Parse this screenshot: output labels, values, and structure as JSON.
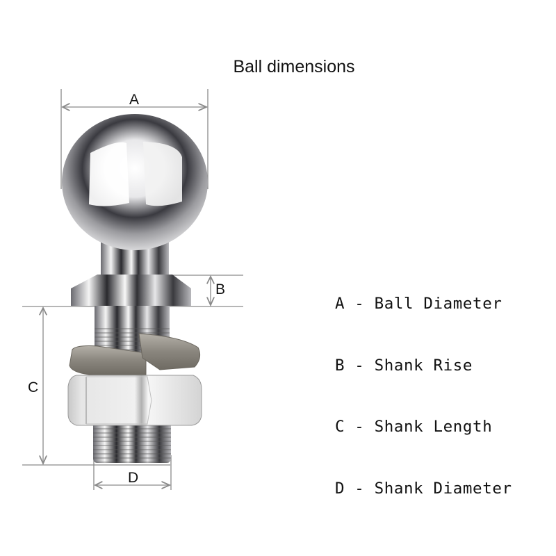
{
  "title": "Ball dimensions",
  "dimension_labels": {
    "a": "A",
    "b": "B",
    "c": "C",
    "d": "D"
  },
  "legend": [
    {
      "key": "A",
      "text": "A - Ball Diameter"
    },
    {
      "key": "B",
      "text": "B - Shank Rise"
    },
    {
      "key": "C",
      "text": "C - Shank Length"
    },
    {
      "key": "D",
      "text": "D - Shank Diameter"
    }
  ],
  "colors": {
    "dimension_line": "#8a8a8a",
    "text": "#111111",
    "background": "#ffffff"
  }
}
